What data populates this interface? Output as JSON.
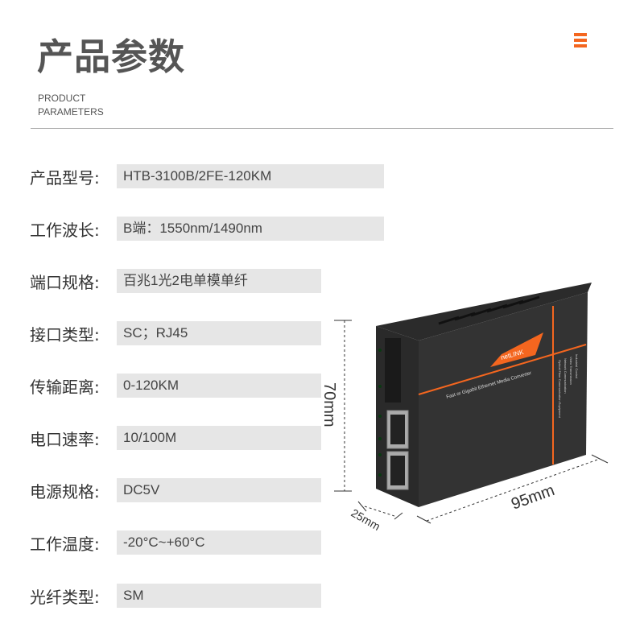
{
  "header": {
    "title": "产品参数",
    "subtitle_line1": "PRODUCT",
    "subtitle_line2": "PARAMETERS",
    "accent": "#f4661f"
  },
  "params": [
    {
      "label": "产品型号:",
      "value": "HTB-3100B/2FE-120KM"
    },
    {
      "label": "工作波长:",
      "value": "B端：1550nm/1490nm"
    },
    {
      "label": "端口规格:",
      "value": "百兆1光2电单模单纤"
    },
    {
      "label": "接口类型:",
      "value": "SC；RJ45"
    },
    {
      "label": "传输距离:",
      "value": "0-120KM"
    },
    {
      "label": "电口速率:",
      "value": "10/100M"
    },
    {
      "label": "电源规格:",
      "value": "DC5V"
    },
    {
      "label": "工作温度:",
      "value": "-20°C~+60°C"
    },
    {
      "label": "光纤类型:",
      "value": "SM"
    }
  ],
  "device": {
    "brand": "netLINK",
    "tagline": "Fast or Gigabit Ethernet Media Converter",
    "side_text": [
      "Industrial Control",
      "Video Transmission",
      "Network Communication",
      "Optical Fiber Communication Equipment"
    ],
    "dim_height": "70mm",
    "dim_length": "95mm",
    "dim_depth": "25mm"
  }
}
